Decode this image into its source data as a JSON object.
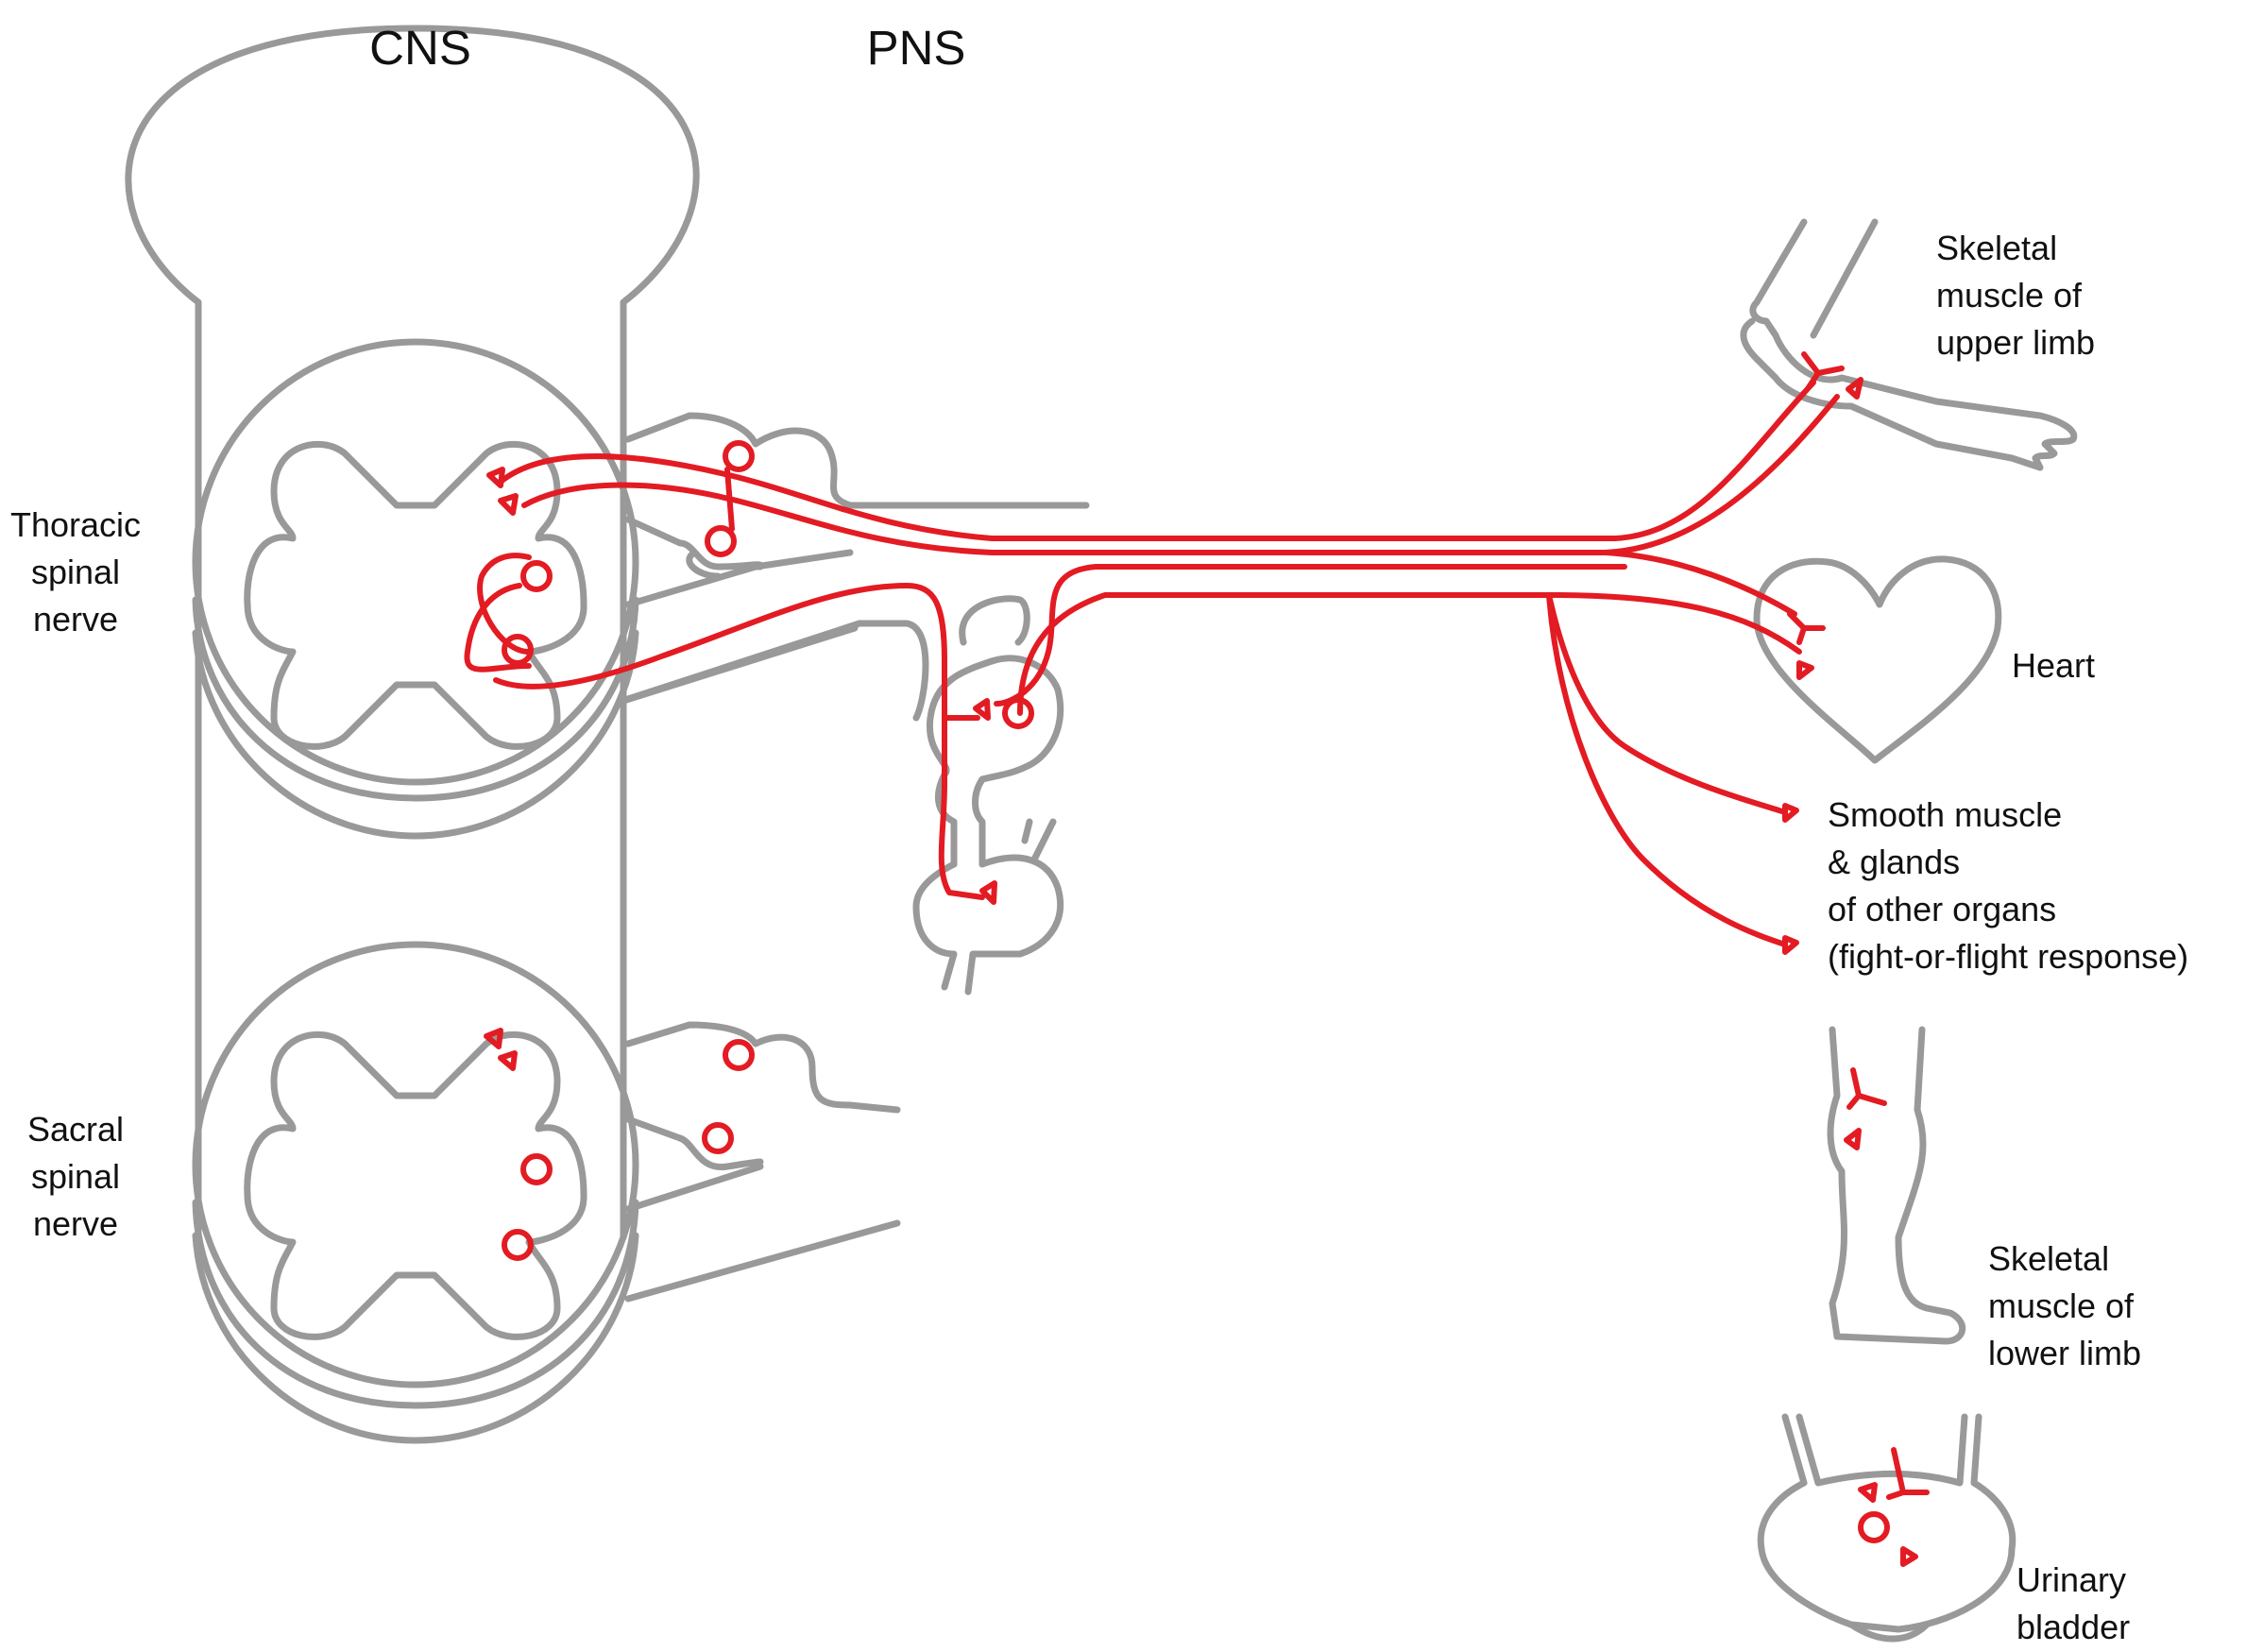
{
  "headers": {
    "cns": "CNS",
    "pns": "PNS"
  },
  "labels": {
    "thoracic": [
      "Thoracic",
      "spinal",
      "nerve"
    ],
    "sacral": [
      "Sacral",
      "spinal",
      "nerve"
    ],
    "upper_limb": [
      "Skeletal",
      "muscle of",
      "upper limb"
    ],
    "heart": "Heart",
    "smooth_muscle": [
      "Smooth muscle",
      "& glands",
      "of other organs",
      "(fight-or-flight response)"
    ],
    "lower_limb": [
      "Skeletal",
      "muscle of",
      "lower limb"
    ],
    "bladder": [
      "Urinary",
      "bladder"
    ]
  },
  "colors": {
    "structure": "#999999",
    "neuron": "#e31b23",
    "text": "#111111"
  }
}
